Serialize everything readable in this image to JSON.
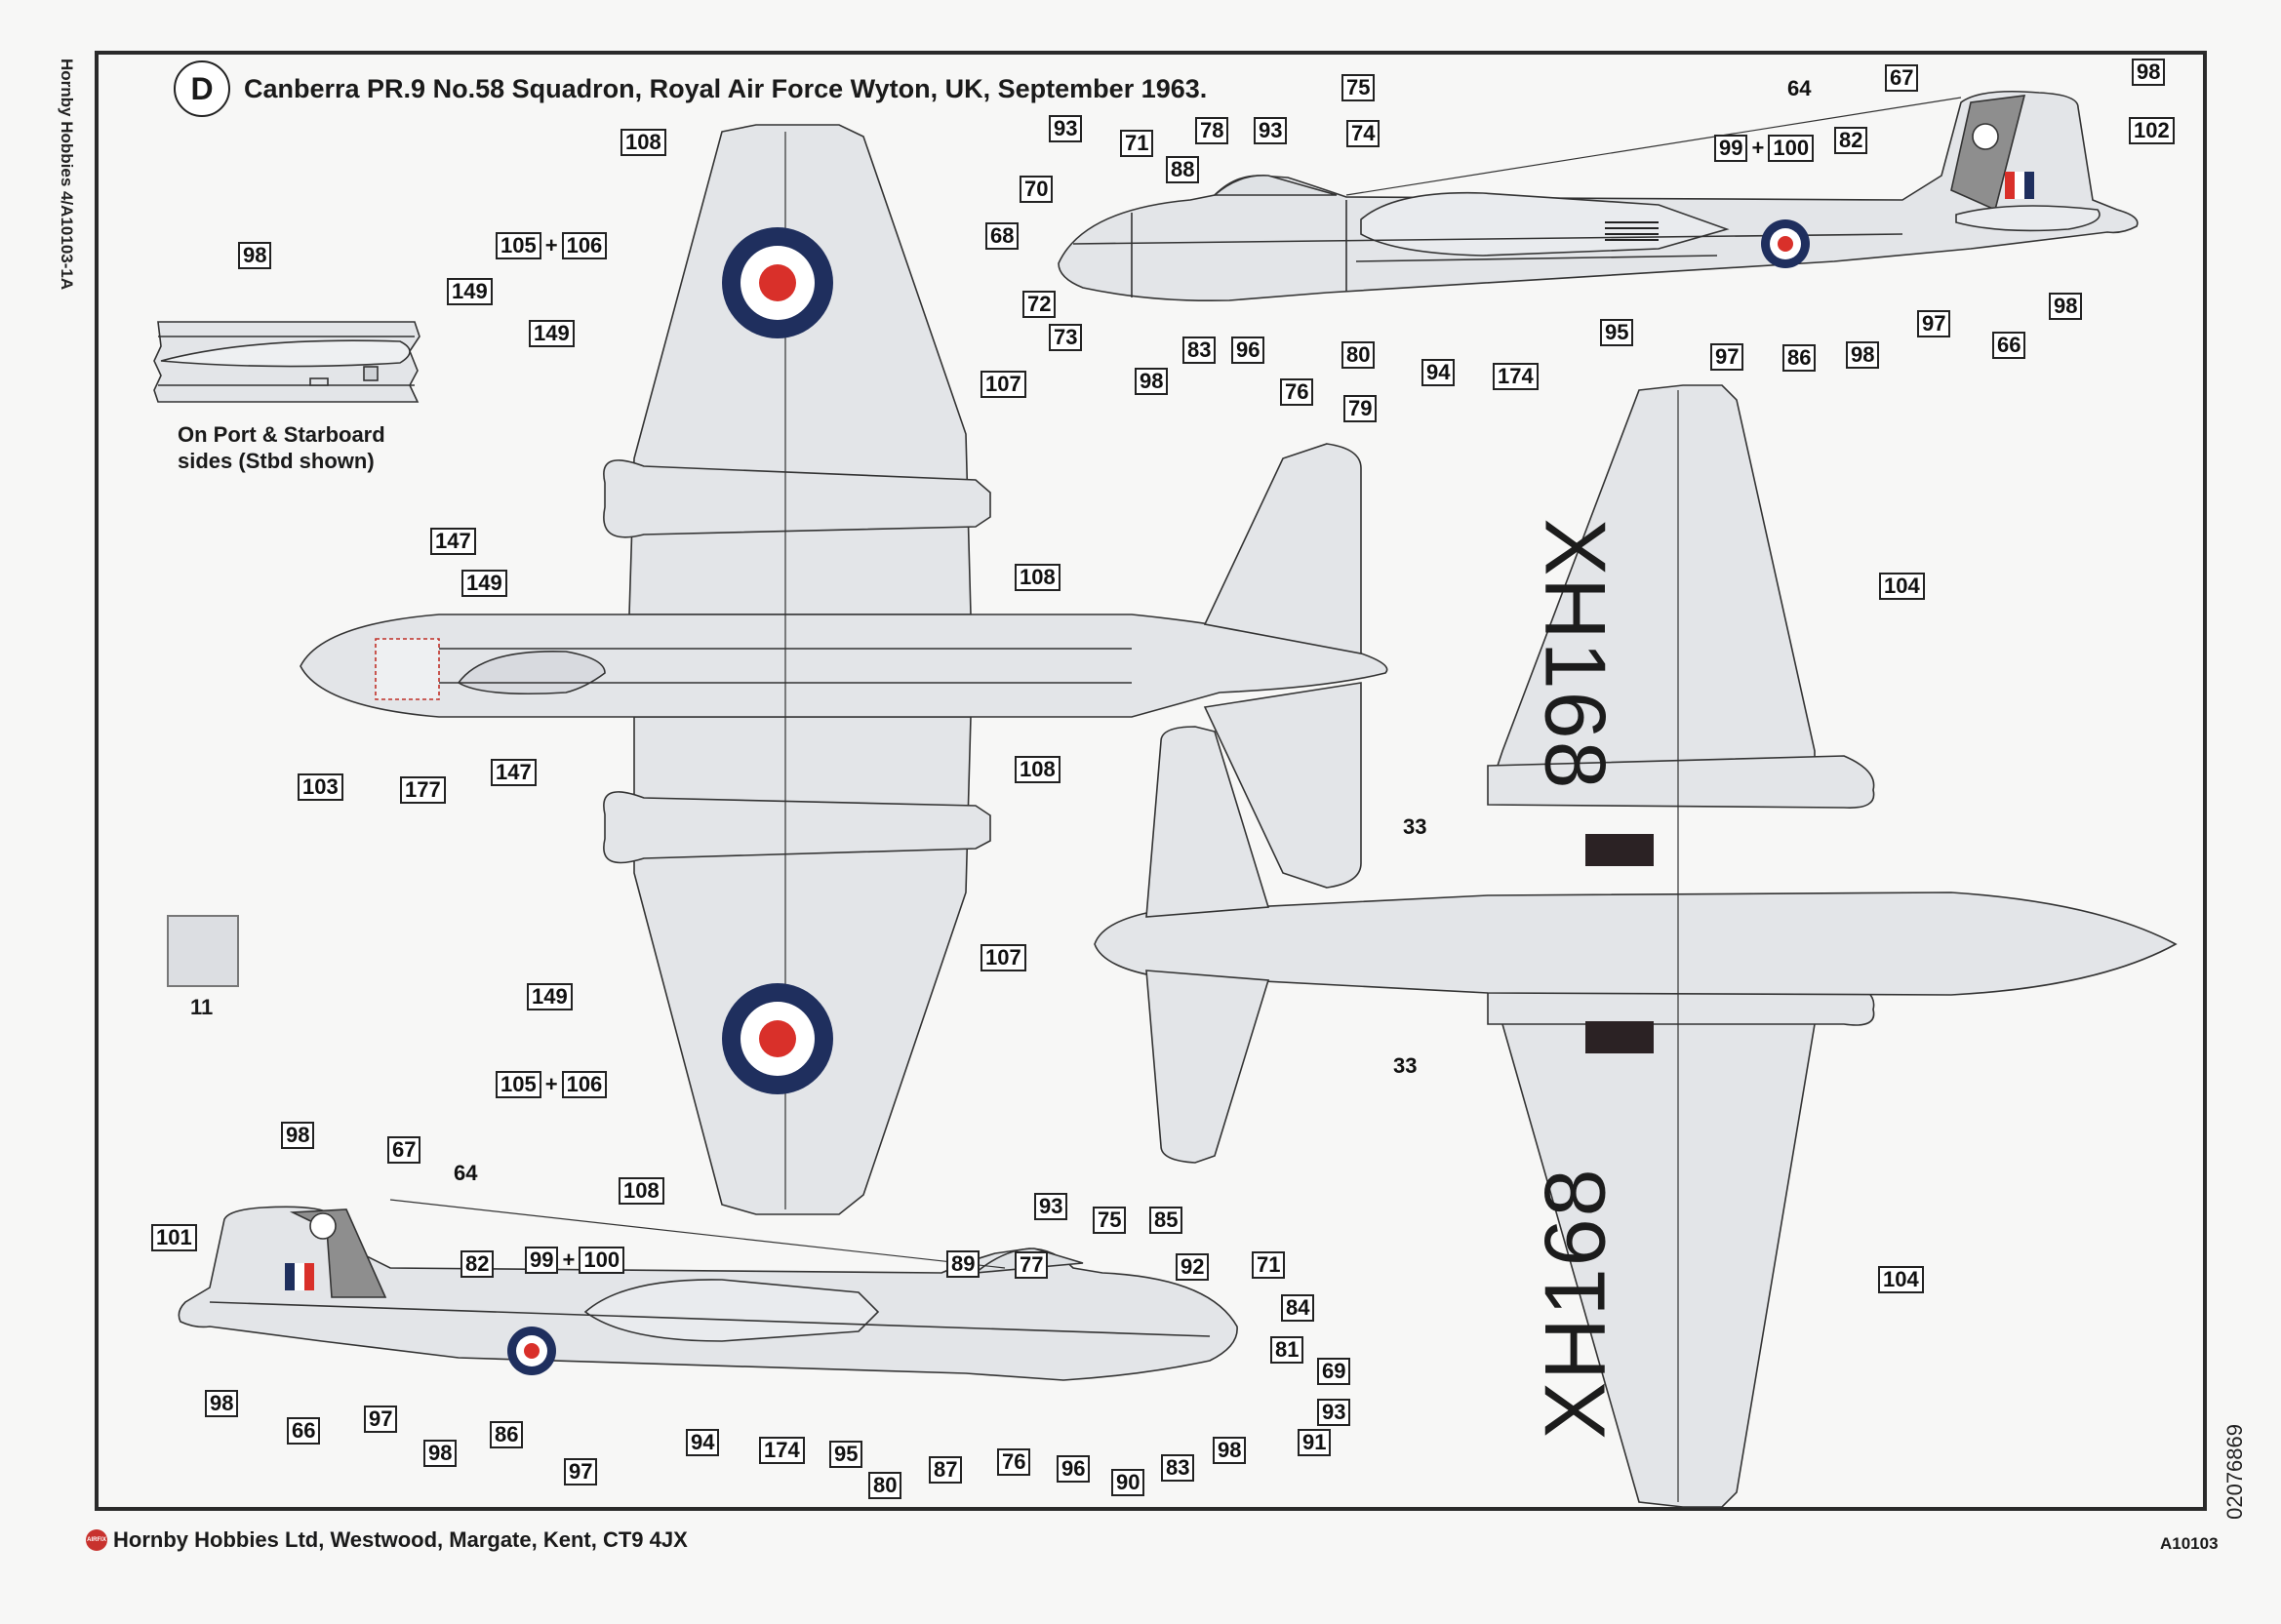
{
  "sheet": {
    "side_code": "Hornby Hobbies 4/A10103-1A",
    "scheme_letter": "D",
    "title": "Canberra PR.9 No.58 Squadron, Royal Air Force Wyton, UK, September 1963.",
    "footer_company": "Hornby Hobbies Ltd, Westwood, Margate, Kent, CT9 4JX",
    "logo_text": "AIRFIX",
    "kit_ref": "A10103",
    "print_number": "02076869"
  },
  "detail_inset": {
    "note_line1": "On Port & Starboard",
    "note_line2": "sides (Stbd shown)",
    "callouts": [
      "98",
      "149"
    ]
  },
  "paint_swatch": {
    "code": "11",
    "color": "#dcdee2"
  },
  "colors": {
    "roundel_blue": "#1f2f5e",
    "roundel_red": "#d9302a",
    "roundel_white": "#ffffff",
    "airframe": "#e3e5e8",
    "fin_panel": "#8e8e8e",
    "walkway_black": "#2b2224"
  },
  "aircraft_serial": "XH168",
  "views": {
    "starboard_side": {
      "callouts": [
        {
          "label": "93"
        },
        {
          "label": "71"
        },
        {
          "label": "78"
        },
        {
          "label": "93"
        },
        {
          "label": "75"
        },
        {
          "label": "74"
        },
        {
          "label": "88"
        },
        {
          "label": "70"
        },
        {
          "label": "68"
        },
        {
          "label": "72"
        },
        {
          "label": "73"
        },
        {
          "label": "98"
        },
        {
          "label": "83"
        },
        {
          "label": "96"
        },
        {
          "label": "76"
        },
        {
          "label": "80"
        },
        {
          "label": "79"
        },
        {
          "label": "94"
        },
        {
          "label": "174"
        },
        {
          "label": "95"
        },
        {
          "label": "97"
        },
        {
          "label": "86"
        },
        {
          "label": "98"
        },
        {
          "label": "97"
        },
        {
          "label": "66"
        },
        {
          "label": "98"
        },
        {
          "label": "82"
        },
        {
          "label": "99",
          "plus": "100"
        },
        {
          "label": "67"
        },
        {
          "label": "98"
        },
        {
          "label": "102"
        }
      ],
      "plain_labels": [
        "64"
      ]
    },
    "upper_plan": {
      "callouts": [
        {
          "label": "108"
        },
        {
          "label": "105",
          "plus": "106"
        },
        {
          "label": "149"
        },
        {
          "label": "107"
        },
        {
          "label": "147"
        },
        {
          "label": "149"
        },
        {
          "label": "108"
        },
        {
          "label": "108"
        },
        {
          "label": "103"
        },
        {
          "label": "177"
        },
        {
          "label": "147"
        },
        {
          "label": "107"
        },
        {
          "label": "149"
        },
        {
          "label": "105",
          "plus": "106"
        },
        {
          "label": "108"
        }
      ]
    },
    "lower_plan": {
      "callouts": [
        {
          "label": "104"
        },
        {
          "label": "104"
        }
      ],
      "plain_labels": [
        "33",
        "33"
      ]
    },
    "port_side": {
      "callouts": [
        {
          "label": "98"
        },
        {
          "label": "67"
        },
        {
          "label": "101"
        },
        {
          "label": "82"
        },
        {
          "label": "99",
          "plus": "100"
        },
        {
          "label": "98"
        },
        {
          "label": "66"
        },
        {
          "label": "97"
        },
        {
          "label": "98"
        },
        {
          "label": "86"
        },
        {
          "label": "97"
        },
        {
          "label": "94"
        },
        {
          "label": "174"
        },
        {
          "label": "95"
        },
        {
          "label": "80"
        },
        {
          "label": "87"
        },
        {
          "label": "76"
        },
        {
          "label": "96"
        },
        {
          "label": "90"
        },
        {
          "label": "83"
        },
        {
          "label": "98"
        },
        {
          "label": "91"
        },
        {
          "label": "93"
        },
        {
          "label": "69"
        },
        {
          "label": "81"
        },
        {
          "label": "84"
        },
        {
          "label": "71"
        },
        {
          "label": "92"
        },
        {
          "label": "85"
        },
        {
          "label": "75"
        },
        {
          "label": "77"
        },
        {
          "label": "89"
        },
        {
          "label": "93"
        }
      ],
      "plain_labels": [
        "64"
      ]
    }
  },
  "plus_sign": "+"
}
